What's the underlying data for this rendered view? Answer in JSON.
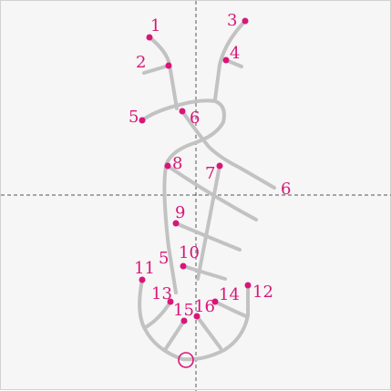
{
  "colors": {
    "background": "#f5f6f5",
    "stroke": "#c2c2c2",
    "marker": "#d9157a",
    "guide": "#555555"
  },
  "labels": {
    "n1": "1",
    "n2": "2",
    "n3": "3",
    "n4": "4",
    "n5": "5",
    "n6a": "6",
    "n6b": "6",
    "n7": "7",
    "n8": "8",
    "n9": "9",
    "n10": "10",
    "n5b": "5",
    "n11": "11",
    "n12": "12",
    "n13": "13",
    "n14": "14",
    "n15": "15",
    "n16": "16"
  }
}
